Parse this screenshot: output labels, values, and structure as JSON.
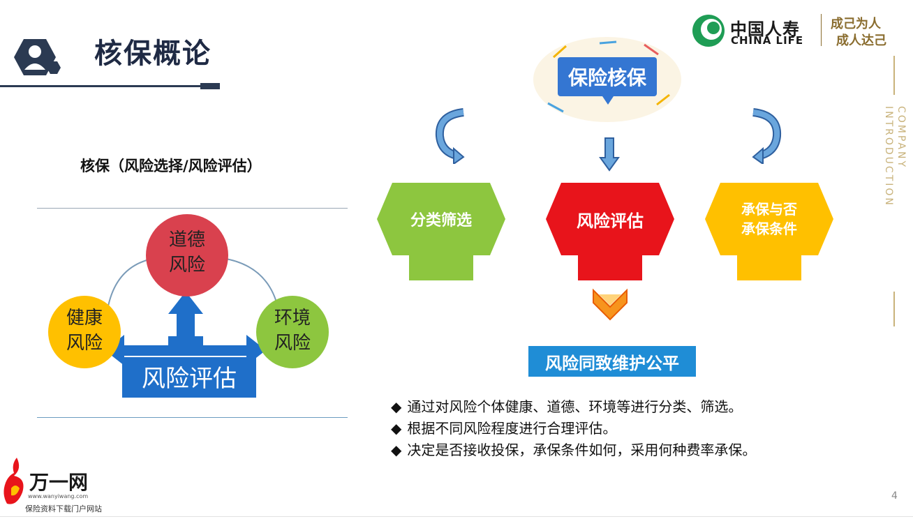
{
  "header": {
    "title": "核保概论",
    "brand_cn": "中国人寿",
    "brand_en": "CHINA LIFE",
    "slogan_line1": "成己为人",
    "slogan_line2": "成人达己",
    "side_text": "COMPANY INTRODUCTION"
  },
  "left": {
    "subtitle": "核保（风险选择/风险评估）",
    "diagram": {
      "top_line1": "道德",
      "top_line2": "风险",
      "left_line1": "健康",
      "left_line2": "风险",
      "right_line1": "环境",
      "right_line2": "风险",
      "center": "风险评估"
    }
  },
  "right": {
    "bubble": "保险核保",
    "hex1": "分类筛选",
    "hex2": "风险评估",
    "hex3_line1": "承保与否",
    "hex3_line2": "承保条件",
    "result": "风险同致维护公平",
    "bullets": [
      "通过对风险个体健康、道德、环境等进行分类、筛选。",
      "根据不同风险程度进行合理评估。",
      "决定是否接收投保，承保条件如何，采用何种费率承保。"
    ],
    "bullet_symbol": "◆"
  },
  "footer": {
    "page": "4",
    "logo": "万一网",
    "url": "www.wanyiwang.com",
    "tagline": "保险资料下载门户网站"
  },
  "colors": {
    "green": "#8dc63f",
    "red": "#e8141b",
    "yellow": "#ffc000",
    "blue": "#1f8dd6",
    "navy": "#1f2a44"
  }
}
